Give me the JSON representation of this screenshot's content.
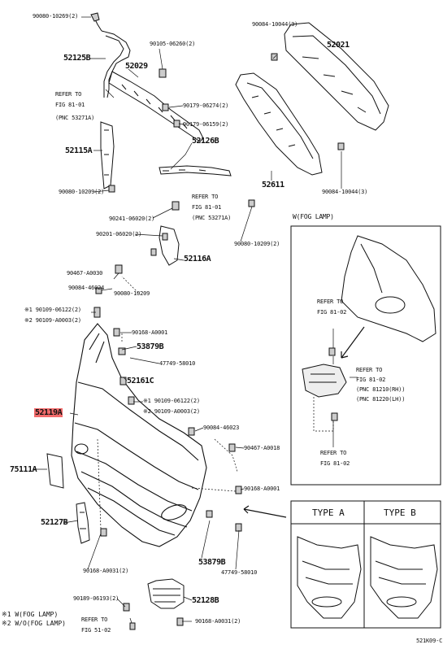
{
  "parts": {
    "p90080_10269": "90080-10269(2)",
    "p52125B": "52125B",
    "p90105_06260": "90105-06260(2)",
    "p52029": "52029",
    "p90084_10044": "90084-10044(3)",
    "p52021": "52021",
    "p90179_06274": "90179-06274(2)",
    "p90179_06159": "90179-06159(2)",
    "p52115A": "52115A",
    "p52126B": "52126B",
    "p90080_10209": "90080-10209(2)",
    "p52611": "52611",
    "p90084_10044b": "90084-10044(3)",
    "p90241_06020": "90241-06020(2)",
    "p90080_10209b": "90080-10209(2)",
    "p90201_06020": "90201-06020(2)",
    "p52116A": "52116A",
    "p90467_A0030": "90467-A0030",
    "p90084_46024": "90084-46024",
    "p90109_06122": "※1 90109-06122(2)",
    "p90109_A0003": "※2 90109-A0003(2)",
    "p90080_10209c": "90080-10209",
    "p90168_A0001": "90168-A0001",
    "p53879B_a": "53879B",
    "p47749_58010": "47749-58010",
    "p52161C": "52161C",
    "p90109_06122b": "※1 90109-06122(2)",
    "p90109_A0003b": "※2 90109-A0003(2)",
    "p52119A": "52119A",
    "p90084_46023": "90084-46023",
    "p90467_A0018": "90467-A0018",
    "p75111A": "75111A",
    "p90168_A0001b": "90168-A0001",
    "p52127B": "52127B",
    "p53879B_b": "53879B",
    "p47749_58010b": "47749-58010",
    "p90168_A0031": "90168-A0031(2)",
    "p90189_06193": "90189-06193(2)",
    "p52128B": "52128B",
    "p90168_A0031b": "90168-A0031(2)"
  },
  "refs": {
    "ref1": [
      "REFER TO",
      "FIG 81-01",
      "(PNC 53271A)"
    ],
    "ref2": [
      "REFER TO",
      "FIG 81-01",
      "(PNC 53271A)"
    ],
    "ref_fog1": [
      "REFER TO",
      "FIG 81-02"
    ],
    "ref_fog2": [
      "REFER TO",
      "FIG 81-02",
      "(PNC 81210(RH))",
      "(PNC 81220(LH))"
    ],
    "ref_fog3": [
      "REFER TO",
      "FIG 81-02"
    ],
    "ref_bottom": [
      "REFER TO",
      "FIG 51-02"
    ]
  },
  "fog_box": {
    "title": "W(FOG LAMP)"
  },
  "type_box": {
    "type_a": "TYPE A",
    "type_b": "TYPE B"
  },
  "legend": {
    "line1": "※1 W(FOG LAMP)",
    "line2": "※2 W/O(FOG LAMP)"
  },
  "figure_code": "521K09-C",
  "colors": {
    "highlight": "#f26b6b",
    "ink": "#111111"
  }
}
